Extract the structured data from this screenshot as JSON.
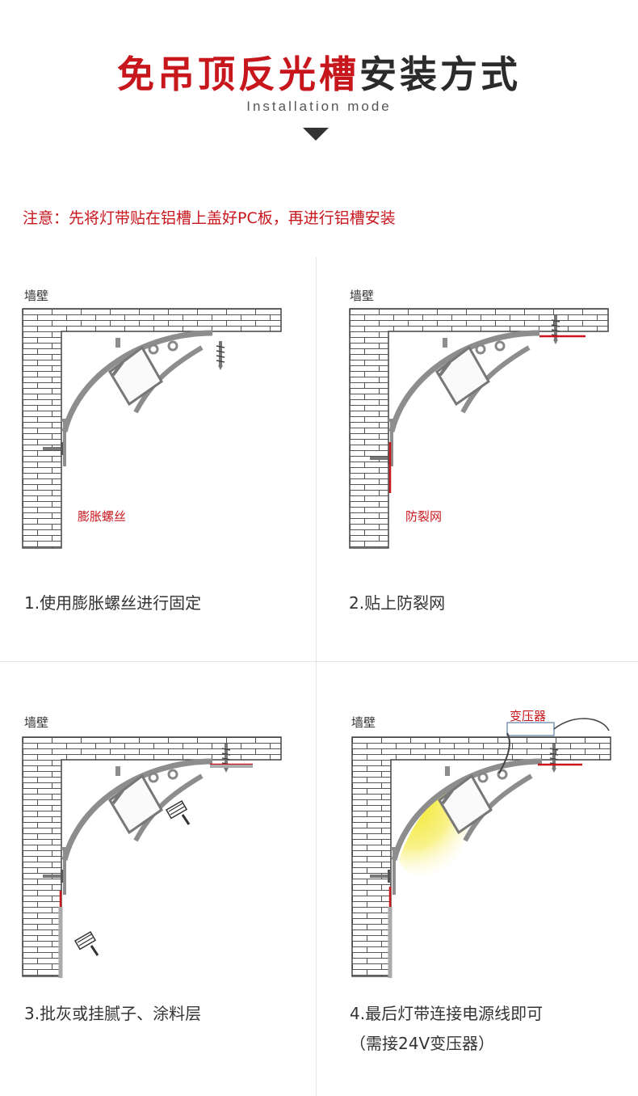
{
  "header": {
    "title_red": "免吊顶反光槽",
    "title_dark": "安装方式",
    "subtitle": "Installation mode"
  },
  "notice": "注意：先将灯带贴在铝槽上盖好PC板，再进行铝槽安装",
  "panels": [
    {
      "wall_label": "墙壁",
      "callout": "膨胀螺丝",
      "step": "1.使用膨胀螺丝进行固定"
    },
    {
      "wall_label": "墙壁",
      "callout": "防裂网",
      "step": "2.贴上防裂网"
    },
    {
      "wall_label": "墙壁",
      "step": "3.批灰或挂腻子、涂料层"
    },
    {
      "wall_label": "墙壁",
      "callout": "变压器",
      "step": "4.最后灯带连接电源线即可",
      "step_line2": "（需接24V变压器）"
    }
  ],
  "colors": {
    "accent": "#c8161d",
    "brick_line": "#555555",
    "profile": "#9a9a9a",
    "light": "#f5ea3a"
  }
}
